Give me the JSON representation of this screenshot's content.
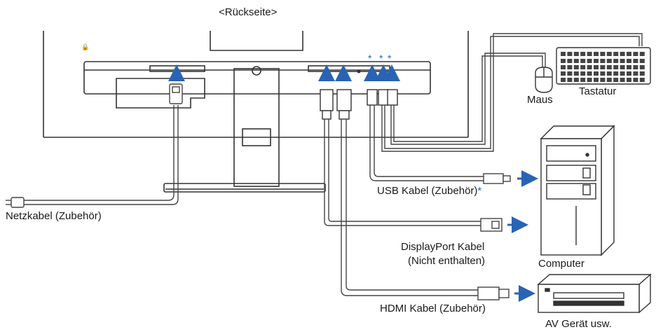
{
  "title": "<Rückseite>",
  "labels": {
    "netzkabel": "Netzkabel (Zubehör)",
    "usb": "USB Kabel (Zubehör)",
    "usb_asterisk": "*",
    "displayport_line1": "DisplayPort Kabel",
    "displayport_line2": "(Nicht enthalten)",
    "hdmi": "HDMI Kabel (Zubehör)",
    "maus": "Maus",
    "tastatur": "Tastatur",
    "computer": "Computer",
    "av_device": "AV Gerät usw."
  },
  "port_markers": [
    "*",
    "*",
    "*"
  ],
  "colors": {
    "arrow": "#2a63b4",
    "line": "#333333",
    "cable": "#555555"
  }
}
